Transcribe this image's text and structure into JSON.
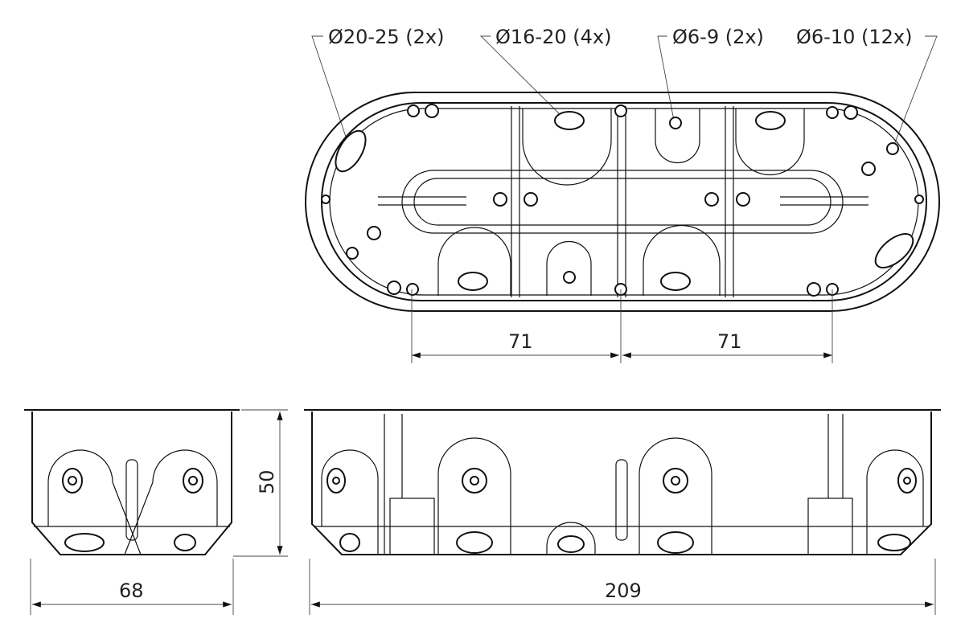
{
  "callouts": [
    {
      "label": "Ø20-25 (2x)"
    },
    {
      "label": "Ø16-20 (4x)"
    },
    {
      "label": "Ø6-9 (2x)"
    },
    {
      "label": "Ø6-10 (12x)"
    }
  ],
  "dimensions": {
    "top_left_spacing": "71",
    "top_right_spacing": "71",
    "height": "50",
    "side_width": "68",
    "total_length": "209"
  }
}
